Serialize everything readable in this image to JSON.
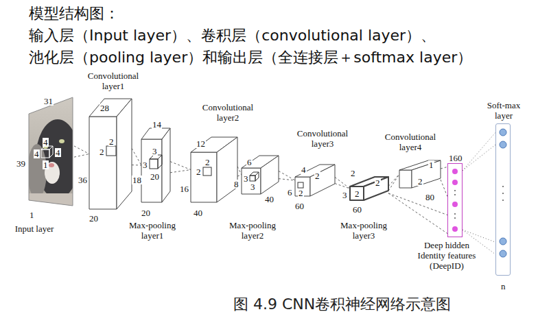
{
  "diagram": {
    "title": "模型结构图：",
    "caption": "图 4.9 CNN卷积神经网络示意图",
    "nodes": [
      {
        "text": [
          "Input layer"
        ]
      },
      {
        "text": [
          "Convolutional layer1"
        ]
      },
      {
        "text": [
          "Max-pooling layer1"
        ]
      },
      {
        "text": [
          "Convolutional layer2"
        ]
      },
      {
        "text": [
          "Max-pooling layer2"
        ]
      },
      {
        "text": [
          "Convolutional layer3"
        ]
      },
      {
        "text": [
          "Max-pooling layer3"
        ]
      },
      {
        "text": [
          "Convolutional layer4"
        ]
      },
      {
        "text": [
          "Deep hidden Identity features (DeepID)"
        ]
      },
      {
        "text": [
          "Soft-max layer"
        ]
      }
    ],
    "edges": [
      {
        "from": 0,
        "to": 1,
        "arrow": "none"
      },
      {
        "from": 1,
        "to": 2,
        "arrow": "none"
      },
      {
        "from": 2,
        "to": 3,
        "arrow": "none"
      },
      {
        "from": 3,
        "to": 4,
        "arrow": "none"
      },
      {
        "from": 4,
        "to": 5,
        "arrow": "none"
      },
      {
        "from": 5,
        "to": 6,
        "arrow": "none"
      },
      {
        "from": 6,
        "to": 7,
        "arrow": "none"
      },
      {
        "from": 6,
        "to": 8,
        "arrow": "none"
      },
      {
        "from": 7,
        "to": 8,
        "arrow": "none"
      },
      {
        "from": 8,
        "to": 9,
        "arrow": "none"
      }
    ],
    "labels": [
      "输入层（Input layer）、卷积层（convolutional layer）、",
      "池化层（pooling layer）和输出层（全连接层＋softmax layer）",
      "31",
      "39",
      "1",
      "4",
      "4",
      "4",
      "1",
      "28",
      "36",
      "20",
      "2",
      "2",
      "14",
      "18",
      "20",
      "3",
      "3",
      "20",
      "12",
      "16",
      "40",
      "2",
      "2",
      "6",
      "8",
      "3",
      "3",
      "40",
      "4",
      "6",
      "60",
      "2",
      "2",
      "2",
      "2",
      "2",
      "3",
      "60",
      "1",
      "2",
      "80",
      "160",
      "n"
    ]
  }
}
